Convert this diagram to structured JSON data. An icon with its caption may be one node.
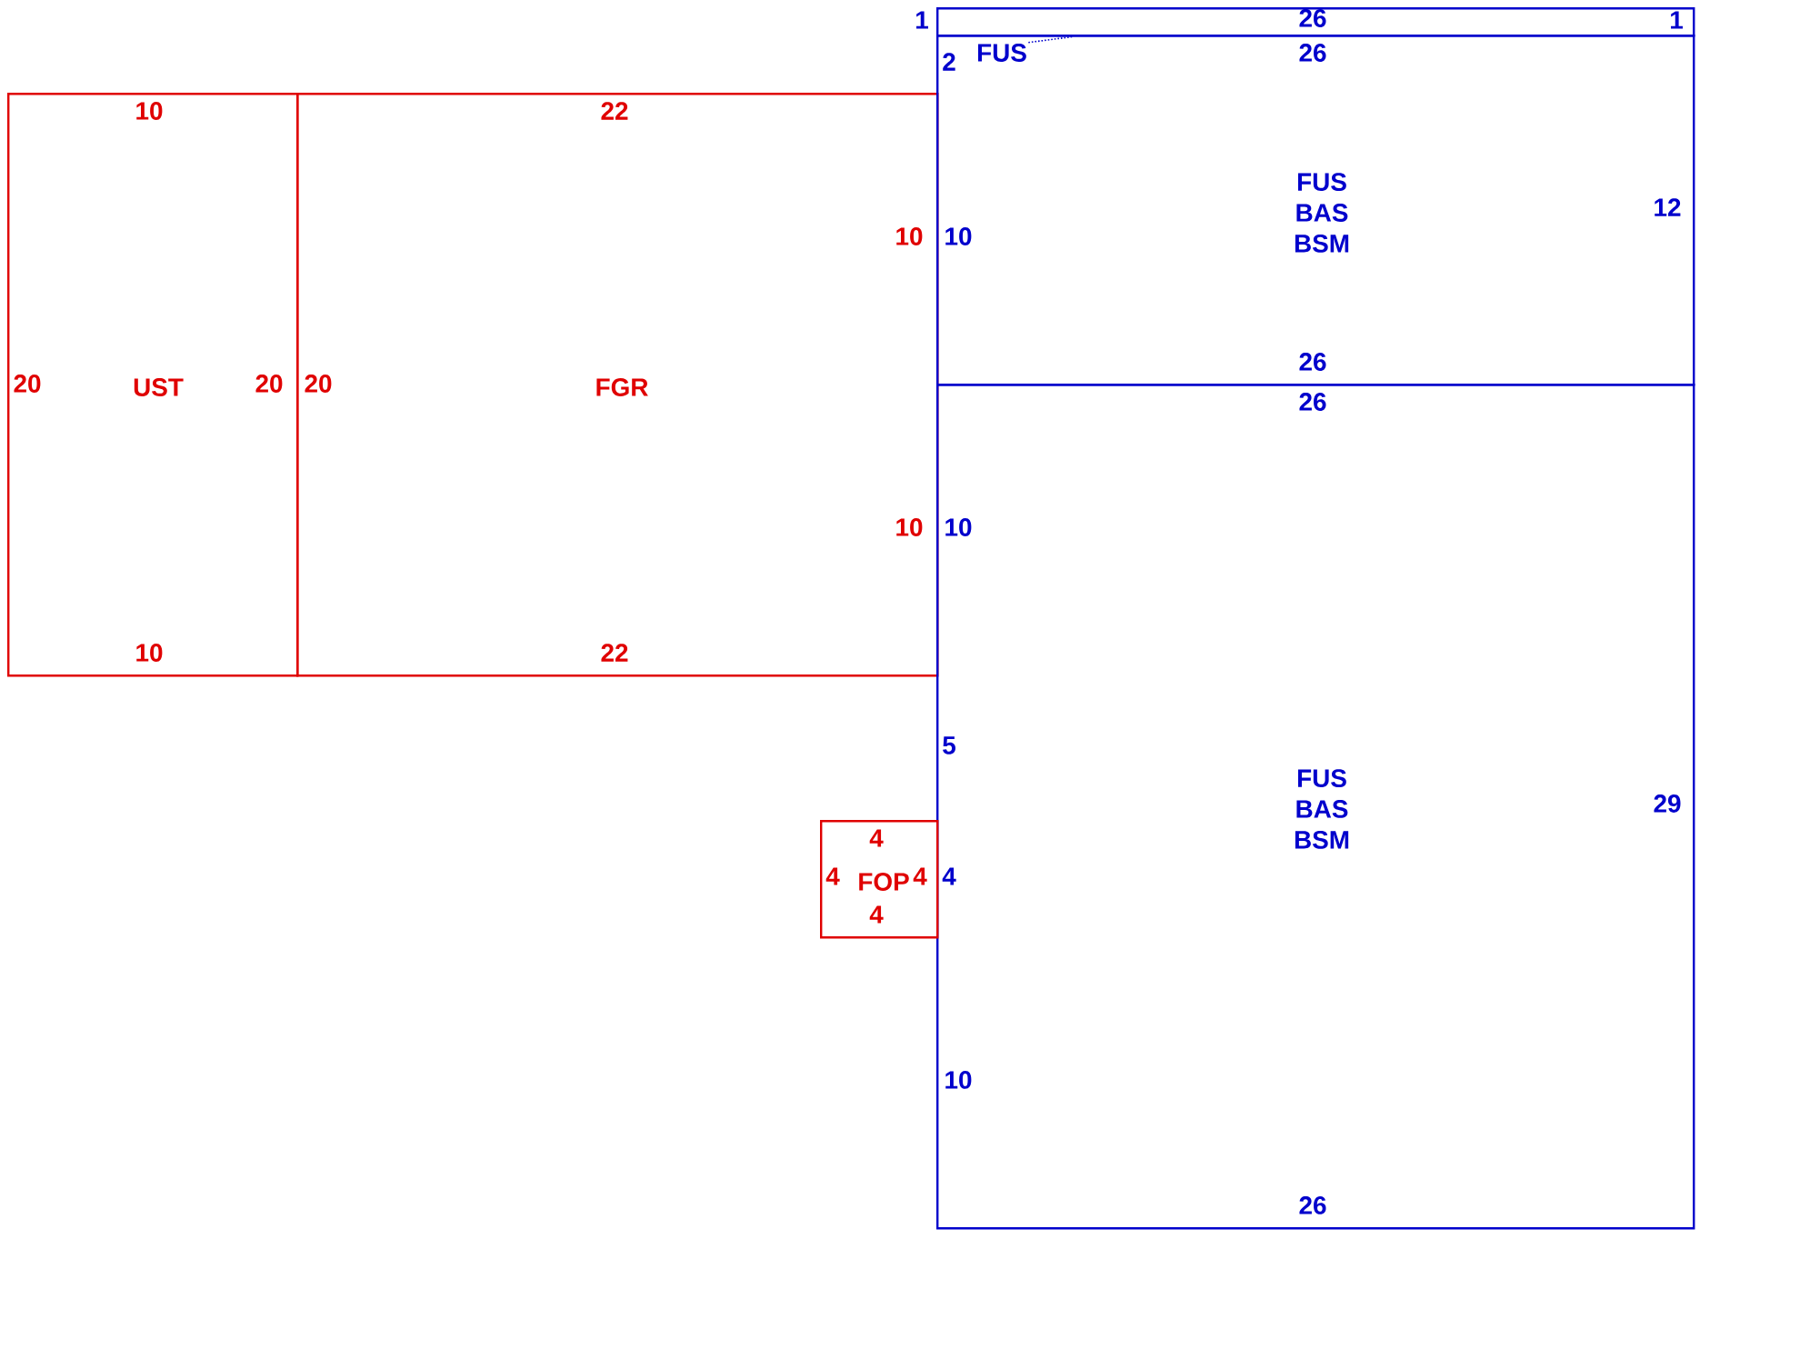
{
  "diagram": {
    "nodes": [
      {
        "text": [
          "10",
          "20",
          "UST",
          "20",
          "10"
        ]
      },
      {
        "text": [
          "22",
          "20",
          "FGR",
          "10",
          "10",
          "22"
        ]
      },
      {
        "text": [
          "1",
          "26",
          "1"
        ]
      },
      {
        "text": [
          "2",
          "26",
          "10",
          "FUS BAS BSM",
          "12",
          "26"
        ]
      },
      {
        "text": [
          "FUS"
        ],
        "in": 3
      },
      {
        "text": [
          "26",
          "10",
          "5",
          "FUS BAS BSM",
          "29",
          "4",
          "10",
          "26"
        ]
      },
      {
        "text": [
          "4",
          "4",
          "FOP",
          "4",
          "4"
        ]
      }
    ],
    "edges": [
      {
        "from": 4,
        "to": 2,
        "arrow": "none",
        "style": "dashed"
      }
    ]
  }
}
